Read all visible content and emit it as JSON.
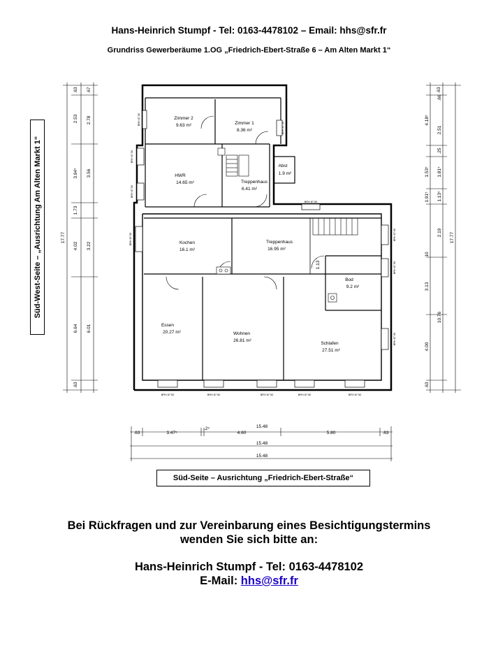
{
  "header": {
    "line1": "Hans-Heinrich Stumpf - Tel: 0163-4478102 – Email: hhs@sfr.fr",
    "line2": "Grundriss Gewerberäume 1.OG „Friedrich-Ebert-Straße 6 – Am Alten Markt 1“"
  },
  "plan": {
    "west_label": "Süd-West-Seite – „Ausrichtung Am Alten Markt 1“",
    "south_label": "Süd-Seite – Ausrichtung „Friedrich-Ebert-Straße“",
    "rooms": [
      {
        "name": "Zimmer 2",
        "area": "9.63 m²"
      },
      {
        "name": "Zimmer 1",
        "area": "8.36 m²"
      },
      {
        "name": "HWR",
        "area": "14.65 m²"
      },
      {
        "name": "Treppenhaus",
        "area": "6.41 m²"
      },
      {
        "name": "Abst",
        "area": "1.9 m²"
      },
      {
        "name": "Kochen",
        "area": "16.1 m²"
      },
      {
        "name": "Treppenhaus",
        "area": "16.95 m²"
      },
      {
        "name": "Bod",
        "area": "9.2 m²"
      },
      {
        "name": "Essen",
        "area": "20.27 m²"
      },
      {
        "name": "Wohnen",
        "area": "26.81 m²"
      },
      {
        "name": "Schlafen",
        "area": "27.51 m²"
      }
    ],
    "left_dims_outer": [
      ".63",
      "2.53",
      "3.94⁵",
      "1.73",
      "4.02",
      "6.64",
      ".63"
    ],
    "left_dims_inner": [
      ".67",
      "2.78",
      "3.56",
      "3.22",
      "6.01"
    ],
    "left_total": "17.77",
    "right_dims_outer": [
      ".63",
      "4.18⁵",
      "1.53⁵",
      "1.91⁵",
      "10",
      "3.13",
      "4.00",
      ".63"
    ],
    "right_dims_inner": [
      ".66",
      "2.51",
      ".25",
      "1.81⁵",
      "1.13⁵",
      "2.19",
      "10.76"
    ],
    "right_total": "17.77",
    "bottom_row1": [
      ".63",
      "3.47⁵",
      ".2⁵",
      "4.60",
      "5.80",
      ".63"
    ],
    "bottom_totals": [
      "15.48",
      "15.48",
      "15.48"
    ],
    "inner_dim_bod": "1.13",
    "brh": "BRH 87.50"
  },
  "footer": {
    "line1": "Bei Rückfragen und zur Vereinbarung eines Besichtigungstermins",
    "line2": "wenden Sie sich bitte an:",
    "line3": "Hans-Heinrich Stumpf - Tel: 0163-4478102",
    "email_label": "E-Mail: ",
    "email": "hhs@sfr.fr"
  }
}
